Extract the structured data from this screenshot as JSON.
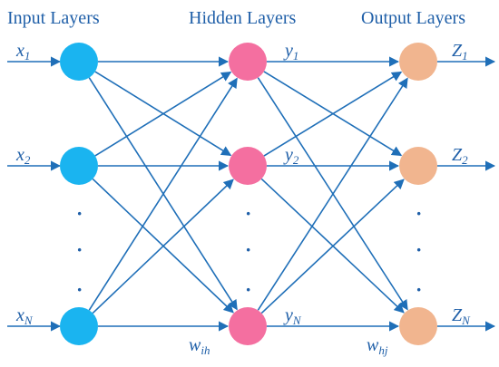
{
  "layers": {
    "input": {
      "title": "Input Layers",
      "color": "#1ab4f0"
    },
    "hidden": {
      "title": "Hidden Layers",
      "color": "#f46fa0"
    },
    "output": {
      "title": "Output Layers",
      "color": "#f1b58f"
    }
  },
  "input_labels": [
    {
      "base": "x",
      "sub": "1"
    },
    {
      "base": "x",
      "sub": "2"
    },
    {
      "base": "x",
      "sub": "N"
    }
  ],
  "hidden_labels": [
    {
      "base": "y",
      "sub": "1"
    },
    {
      "base": "y",
      "sub": "2"
    },
    {
      "base": "y",
      "sub": "N"
    }
  ],
  "output_labels": [
    {
      "base": "Z",
      "sub": "1"
    },
    {
      "base": "Z",
      "sub": "2"
    },
    {
      "base": "Z",
      "sub": "N"
    }
  ],
  "weights": {
    "input_hidden": {
      "base": "w",
      "sub": "ih"
    },
    "hidden_output": {
      "base": "w",
      "sub": "hj"
    }
  },
  "ellipsis": "·",
  "edge_color": "#1f6fb8"
}
